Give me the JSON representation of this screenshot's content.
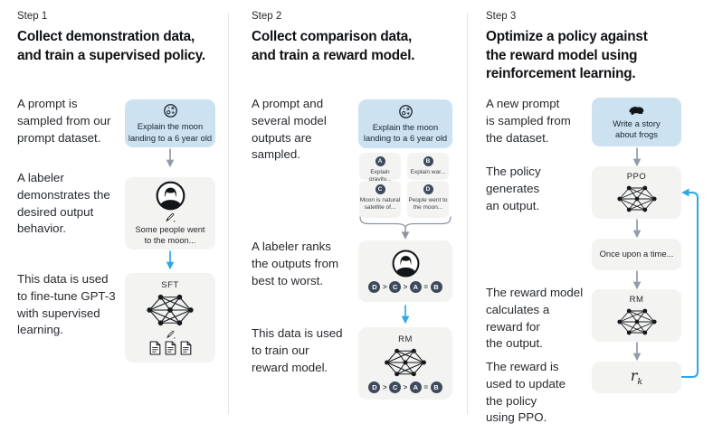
{
  "colors": {
    "prompt_box_bg": "#cde2f1",
    "model_box_bg": "#f3f3f1",
    "arrow_gray": "#949ba8",
    "arrow_blue": "#2ea7e8",
    "chip_bg": "#3e4a5c",
    "divider": "#e6e6e6",
    "text_primary": "#26292e"
  },
  "columns": [
    {
      "step_label": "Step 1",
      "heading": "Collect demonstration data,\nand train a supervised policy.",
      "annotations": [
        "A prompt is\nsampled from our\nprompt dataset.",
        "A labeler\ndemonstrates the\ndesired output\nbehavior.",
        "This data is used\nto fine-tune GPT-3\nwith supervised\nlearning."
      ],
      "prompt_box": {
        "icon": "moon",
        "text": "Explain the moon\nlanding to a 6 year old"
      },
      "labeler_box": {
        "icon": "labeler",
        "output": "Some people went\nto the moon..."
      },
      "model_box": {
        "label": "SFT"
      }
    },
    {
      "step_label": "Step 2",
      "heading": "Collect comparison data,\nand train a reward model.",
      "annotations": [
        "A prompt and\nseveral model\noutputs are\nsampled.",
        "A labeler ranks\nthe outputs from\nbest to worst.",
        "This data is used\nto train our\nreward model."
      ],
      "prompt_box": {
        "icon": "moon",
        "text": "Explain the moon\nlanding to a 6 year old"
      },
      "outputs": [
        {
          "id": "A",
          "caption": "Explain gravity..."
        },
        {
          "id": "B",
          "caption": "Explain war..."
        },
        {
          "id": "C",
          "caption": "Moon is natural\nsatellite of..."
        },
        {
          "id": "D",
          "caption": "People went to\nthe moon..."
        }
      ],
      "ranking": [
        "D",
        ">",
        "C",
        ">",
        "A",
        "=",
        "B"
      ],
      "model_box": {
        "label": "RM"
      }
    },
    {
      "step_label": "Step 3",
      "heading": "Optimize a policy against\nthe reward model using\nreinforcement learning.",
      "annotations": [
        "A new prompt\nis sampled from\nthe dataset.",
        "The policy\ngenerates\nan output.",
        "The reward model\ncalculates a\nreward for\nthe output.",
        "The reward is\nused to update\nthe policy\nusing PPO."
      ],
      "prompt_box": {
        "icon": "frog",
        "text": "Write a story\nabout frogs"
      },
      "policy_box": {
        "label": "PPO"
      },
      "output_box": {
        "text": "Once upon a time..."
      },
      "reward_model_box": {
        "label": "RM"
      },
      "reward_box": {
        "symbol": "r",
        "subscript": "k"
      }
    }
  ]
}
